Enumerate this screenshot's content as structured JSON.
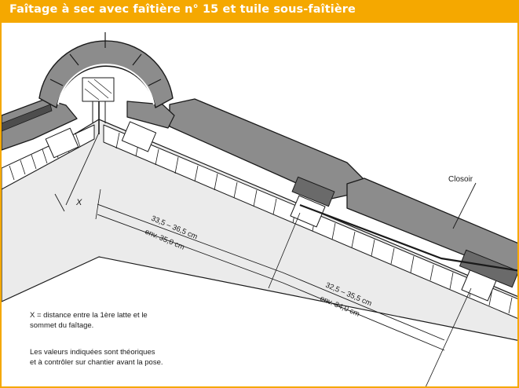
{
  "title": "Faîtage à sec avec faîtière n° 15 et tuile sous-faîtière",
  "labels": {
    "closoir": "Closoir",
    "x": "X",
    "dim1_range": "33,5 – 36,5 cm",
    "dim1_approx": "env. 35,0 cm",
    "dim2_range": "32,5 – 35,5 cm",
    "dim2_approx": "env. 34,0 cm"
  },
  "notes": {
    "x_line1": "X = distance entre la 1ère latte et le",
    "x_line2": "sommet du faîtage.",
    "values_line1": "Les valeurs indiquées sont théoriques",
    "values_line2": "et à contrôler sur chantier avant la pose."
  },
  "colors": {
    "accent": "#f5a800",
    "tile_gray": "#8c8c8c",
    "roof_fill": "#ebebeb",
    "line": "#1a1a1a"
  }
}
